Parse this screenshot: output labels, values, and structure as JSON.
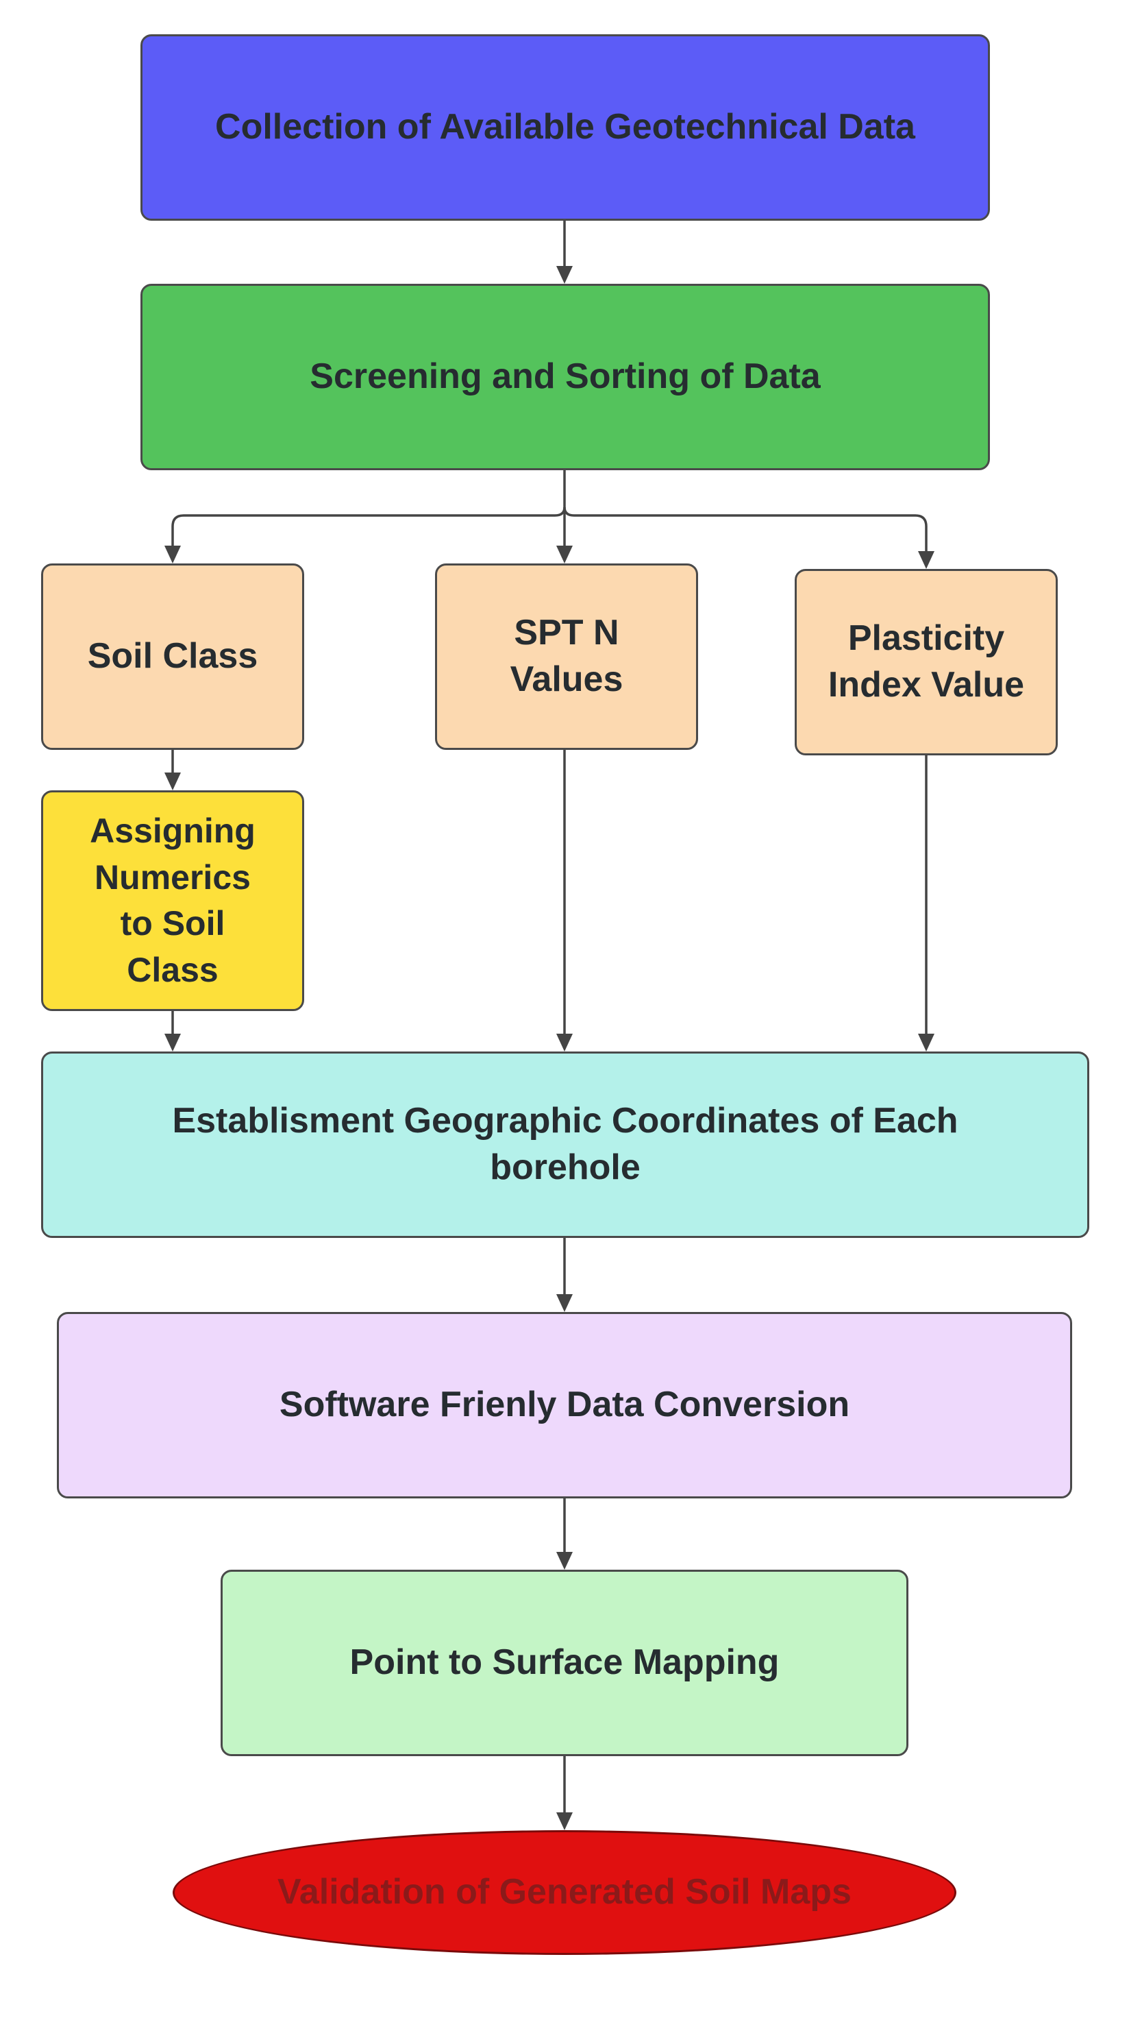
{
  "diagram": {
    "nodes": [
      {
        "id": "collection",
        "label": "Collection of Available Geotechnical Data"
      },
      {
        "id": "screening",
        "label": "Screening and Sorting of Data"
      },
      {
        "id": "soil_class",
        "label": "Soil Class"
      },
      {
        "id": "spt",
        "label": "SPT N\nValues"
      },
      {
        "id": "plasticity",
        "label": "Plasticity\nIndex Value"
      },
      {
        "id": "assigning",
        "label": "Assigning\nNumerics\nto Soil\nClass"
      },
      {
        "id": "establish",
        "label": "Establisment Geographic Coordinates  of Each\nborehole"
      },
      {
        "id": "software",
        "label": "Software Frienly Data Conversion"
      },
      {
        "id": "point",
        "label": "Point to Surface Mapping"
      },
      {
        "id": "validation",
        "label": "Validation of Generated Soil Maps"
      }
    ],
    "edges": [
      {
        "from": "collection",
        "to": "screening"
      },
      {
        "from": "screening",
        "to": "soil_class"
      },
      {
        "from": "screening",
        "to": "spt"
      },
      {
        "from": "screening",
        "to": "plasticity"
      },
      {
        "from": "soil_class",
        "to": "assigning"
      },
      {
        "from": "assigning",
        "to": "establish"
      },
      {
        "from": "spt",
        "to": "establish"
      },
      {
        "from": "plasticity",
        "to": "establish"
      },
      {
        "from": "establish",
        "to": "software"
      },
      {
        "from": "software",
        "to": "point"
      },
      {
        "from": "point",
        "to": "validation"
      }
    ],
    "colors": {
      "collection": "#5c5cf7",
      "screening": "#54c35c",
      "soil_class": "#fcd9b0",
      "spt": "#fcd9b0",
      "plasticity": "#fcd9b0",
      "assigning": "#fde03a",
      "establish": "#b4f1ea",
      "software": "#eed9fc",
      "point": "#c4f5c6",
      "validation": "#e01010",
      "connector": "#444444"
    }
  }
}
